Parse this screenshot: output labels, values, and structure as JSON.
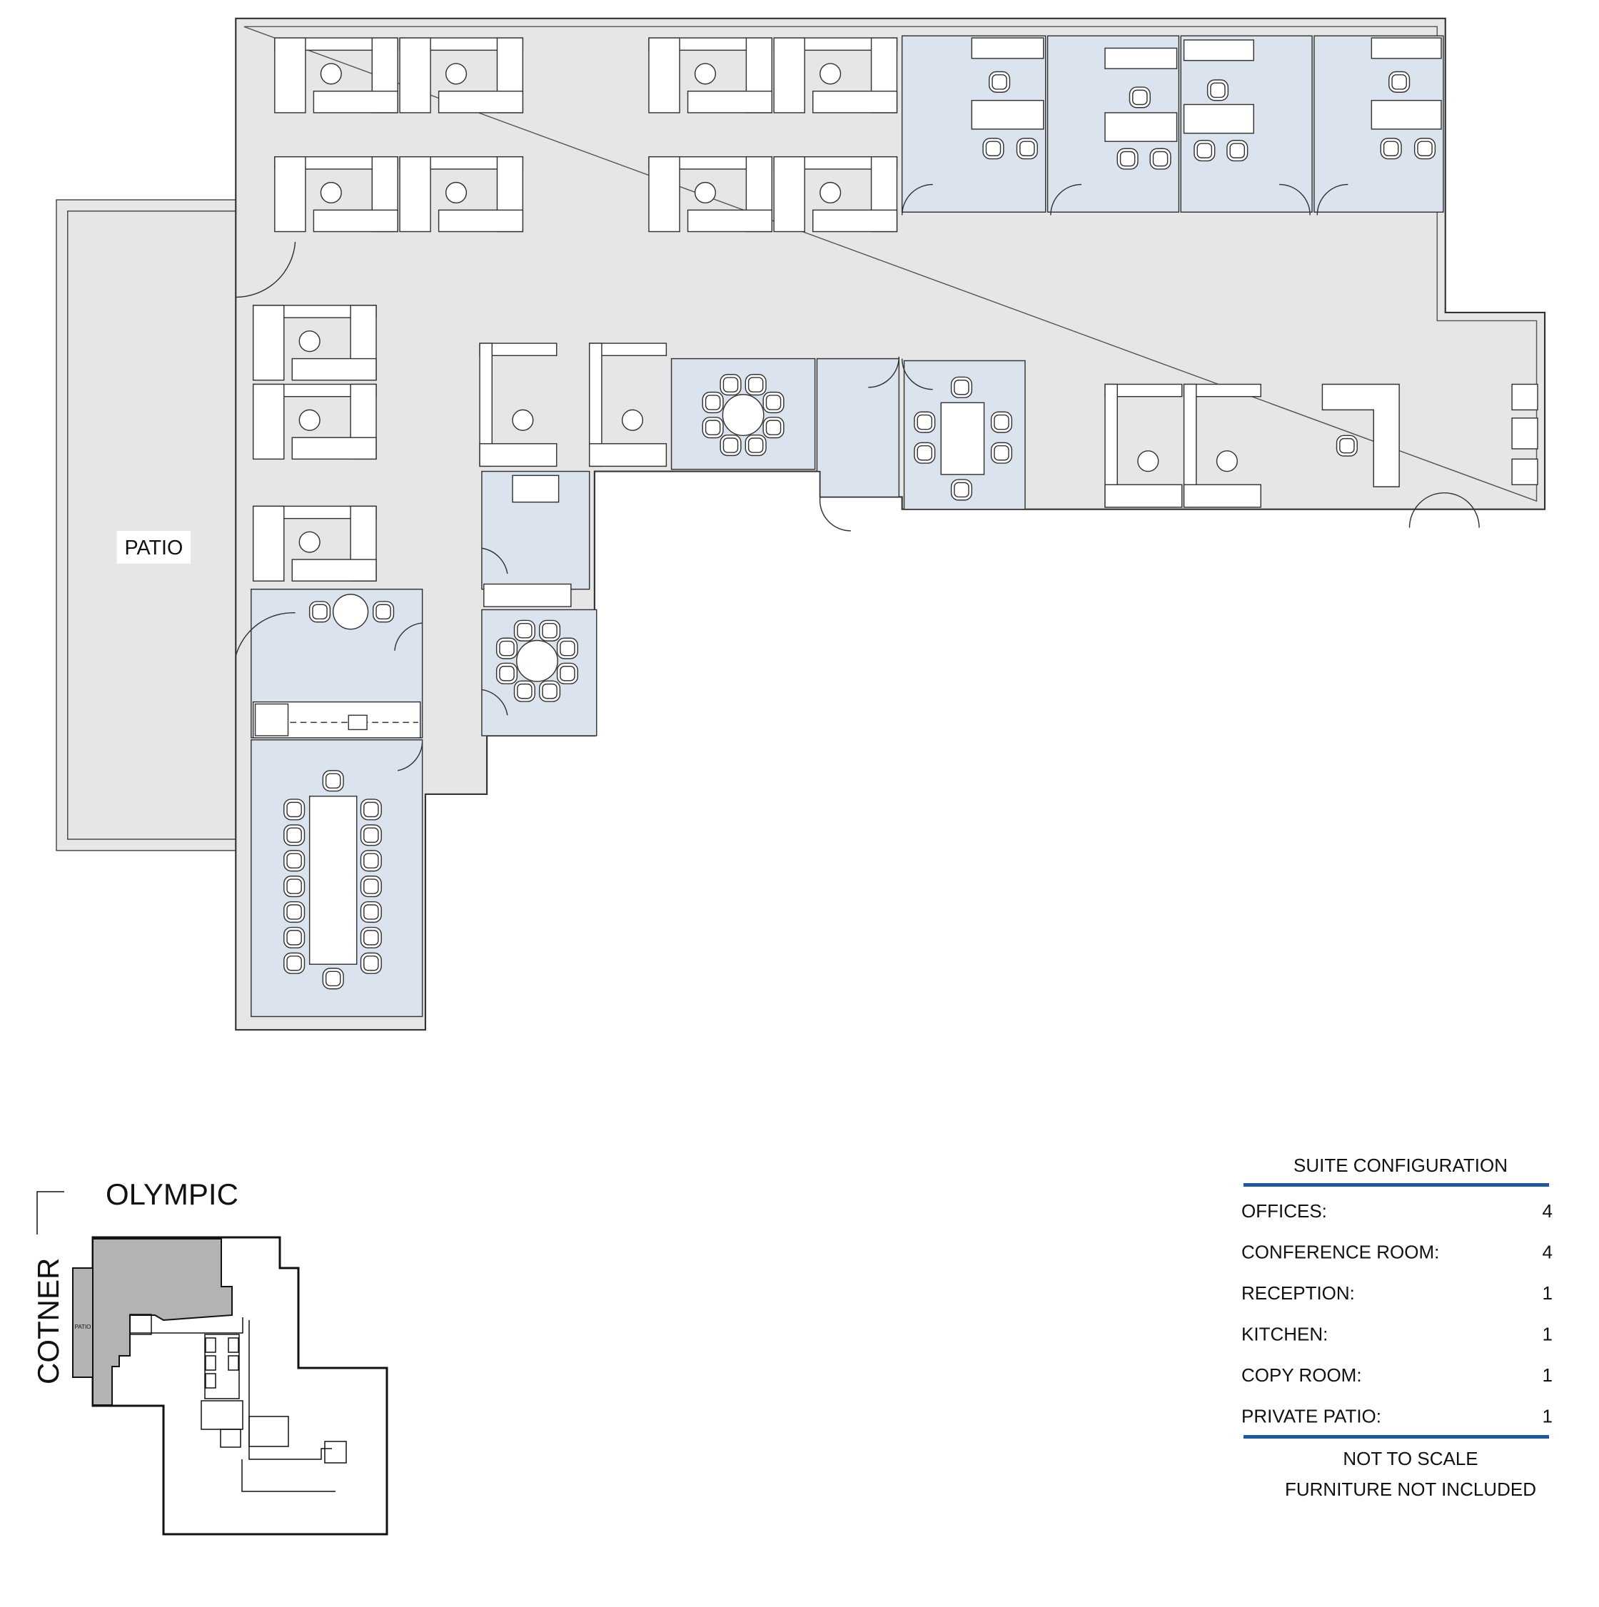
{
  "plan": {
    "patio_label": "PATIO"
  },
  "key_plan": {
    "street_north": "OLYMPIC",
    "street_west": "COTNER",
    "patio_label": "PATIO"
  },
  "legend": {
    "title": "SUITE CONFIGURATION",
    "rows": [
      {
        "label": "OFFICES:",
        "value": "4"
      },
      {
        "label": "CONFERENCE ROOM:",
        "value": "4"
      },
      {
        "label": "RECEPTION:",
        "value": "1"
      },
      {
        "label": "KITCHEN:",
        "value": "1"
      },
      {
        "label": "COPY ROOM:",
        "value": "1"
      },
      {
        "label": "PRIVATE PATIO:",
        "value": "1"
      }
    ],
    "note_scale": "NOT TO SCALE",
    "note_furniture": "FURNITURE NOT INCLUDED"
  },
  "colors": {
    "floor": "#e6e6e6",
    "room": "#dae3ee",
    "rule": "#1f5a97",
    "suite_shade": "#b3b3b3"
  }
}
